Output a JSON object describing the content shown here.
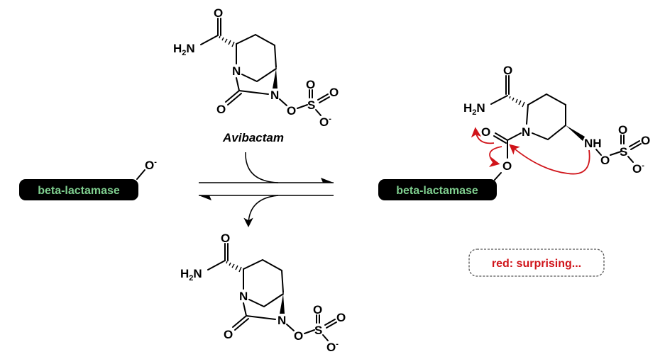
{
  "molecules": {
    "avibactam_top": {
      "name": "Avibactam",
      "atoms": {
        "carbonyl_o": "O",
        "amide": "H",
        "amide_sub": "2",
        "amide_n": "N",
        "ring_n": "N",
        "lactam_o": "O",
        "n_sulfate": "N",
        "ester_o": "O",
        "sulfur": "S",
        "s_o1": "O",
        "s_o2": "O",
        "s_ominus": "O",
        "charge": "-"
      }
    },
    "avibactam_bottom": {
      "atoms": {
        "carbonyl_o": "O",
        "amide": "H",
        "amide_sub": "2",
        "amide_n": "N",
        "ring_n": "N",
        "lactam_o": "O",
        "n_sulfate": "N",
        "ester_o": "O",
        "sulfur": "S",
        "s_o1": "O",
        "s_o2": "O",
        "s_ominus": "O",
        "charge": "-"
      }
    },
    "acyl_enzyme": {
      "atoms": {
        "carbonyl_o": "O",
        "amide": "H",
        "amide_sub": "2",
        "amide_n": "N",
        "ring_n": "N",
        "carbamate_o": "O",
        "ser_o": "O",
        "nh": "NH",
        "ester_o": "O",
        "sulfur": "S",
        "s_o1": "O",
        "s_o2": "O",
        "s_ominus": "O",
        "charge": "-"
      }
    }
  },
  "enzyme_left": {
    "label": "beta-lactamase",
    "oxygen": "O",
    "charge": "-"
  },
  "enzyme_right": {
    "label": "beta-lactamase"
  },
  "note": {
    "text": "red: surprising...",
    "color": "#d0141a"
  },
  "colors": {
    "enzyme_box": "#000000",
    "enzyme_text": "#7fcf8f",
    "arrow_red": "#d0141a"
  }
}
